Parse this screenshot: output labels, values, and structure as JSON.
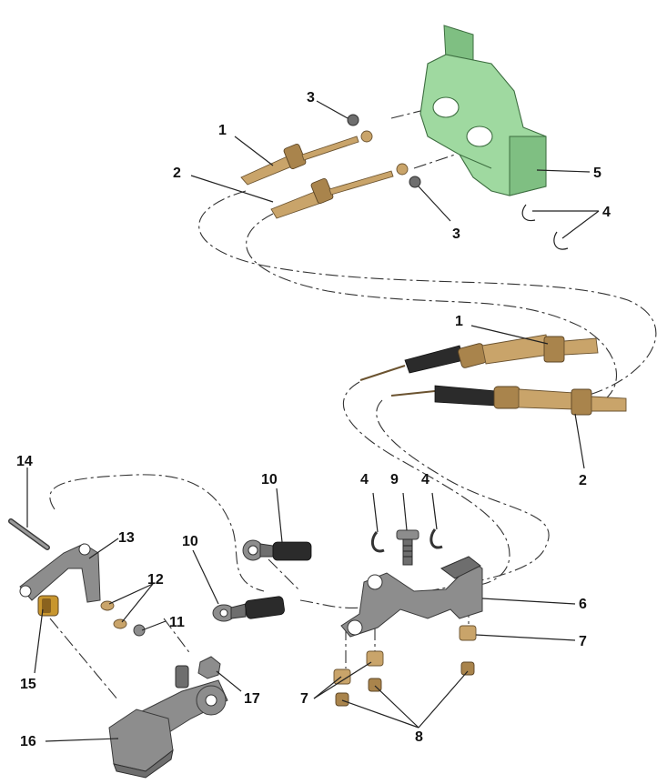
{
  "callouts": {
    "c1_top": "1",
    "c1_mid": "1",
    "c2_top": "2",
    "c2_mid": "2",
    "c3_top": "3",
    "c3_bottom": "3",
    "c4_right_top": "4",
    "c4_left_mid": "4",
    "c4_right_mid": "4",
    "c5": "5",
    "c6": "6",
    "c7_right": "7",
    "c7_left": "7",
    "c8": "8",
    "c9": "9",
    "c10_upper": "10",
    "c10_lower": "10",
    "c11": "11",
    "c12": "12",
    "c13": "13",
    "c14": "14",
    "c15": "15",
    "c16": "16",
    "c17": "17"
  },
  "colors": {
    "bracket": "#9fd9a0",
    "brass": "#c9a46a",
    "rubber": "#2b2b2b",
    "steel": "#8d8d8d"
  }
}
